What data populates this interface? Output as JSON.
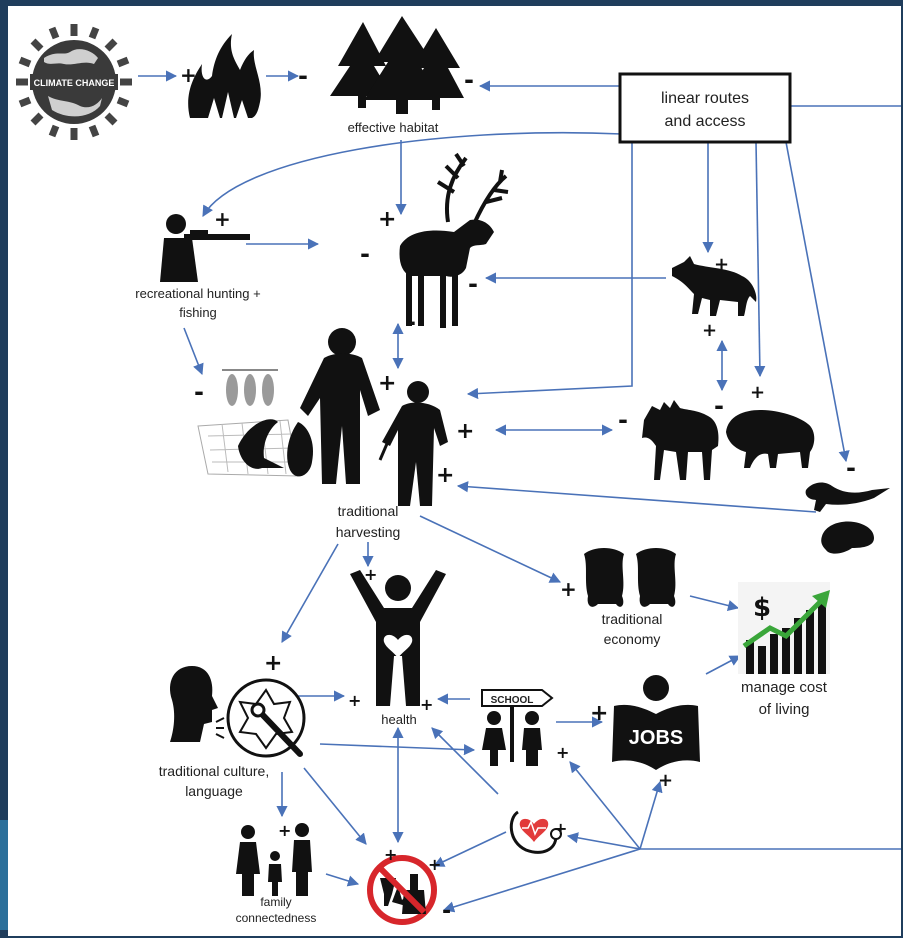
{
  "nodes": {
    "climate_change": "CLIMATE CHANGE",
    "effective_habitat": "effective habitat",
    "linear_routes": [
      "linear routes",
      "and access"
    ],
    "recreational": [
      "recreational hunting +",
      "fishing"
    ],
    "traditional_harvesting": [
      "traditional",
      "harvesting"
    ],
    "traditional_economy": [
      "traditional",
      "economy"
    ],
    "manage_cost": [
      "manage cost",
      "of living"
    ],
    "health": "health",
    "school": "SCHOOL",
    "jobs": "JOBS",
    "traditional_culture": [
      "traditional culture,",
      "language"
    ],
    "family": [
      "family",
      "connectedness"
    ],
    "dollar": "$"
  },
  "signs": {
    "plus": "+",
    "minus": "-"
  },
  "colors": {
    "arrow": "#4a72b8",
    "silhouette": "#111111",
    "background": "#1f3d5c",
    "no_sign_red": "#d7262b",
    "stethoscope_red": "#e23a3a",
    "trend_green": "#3aa63a"
  }
}
